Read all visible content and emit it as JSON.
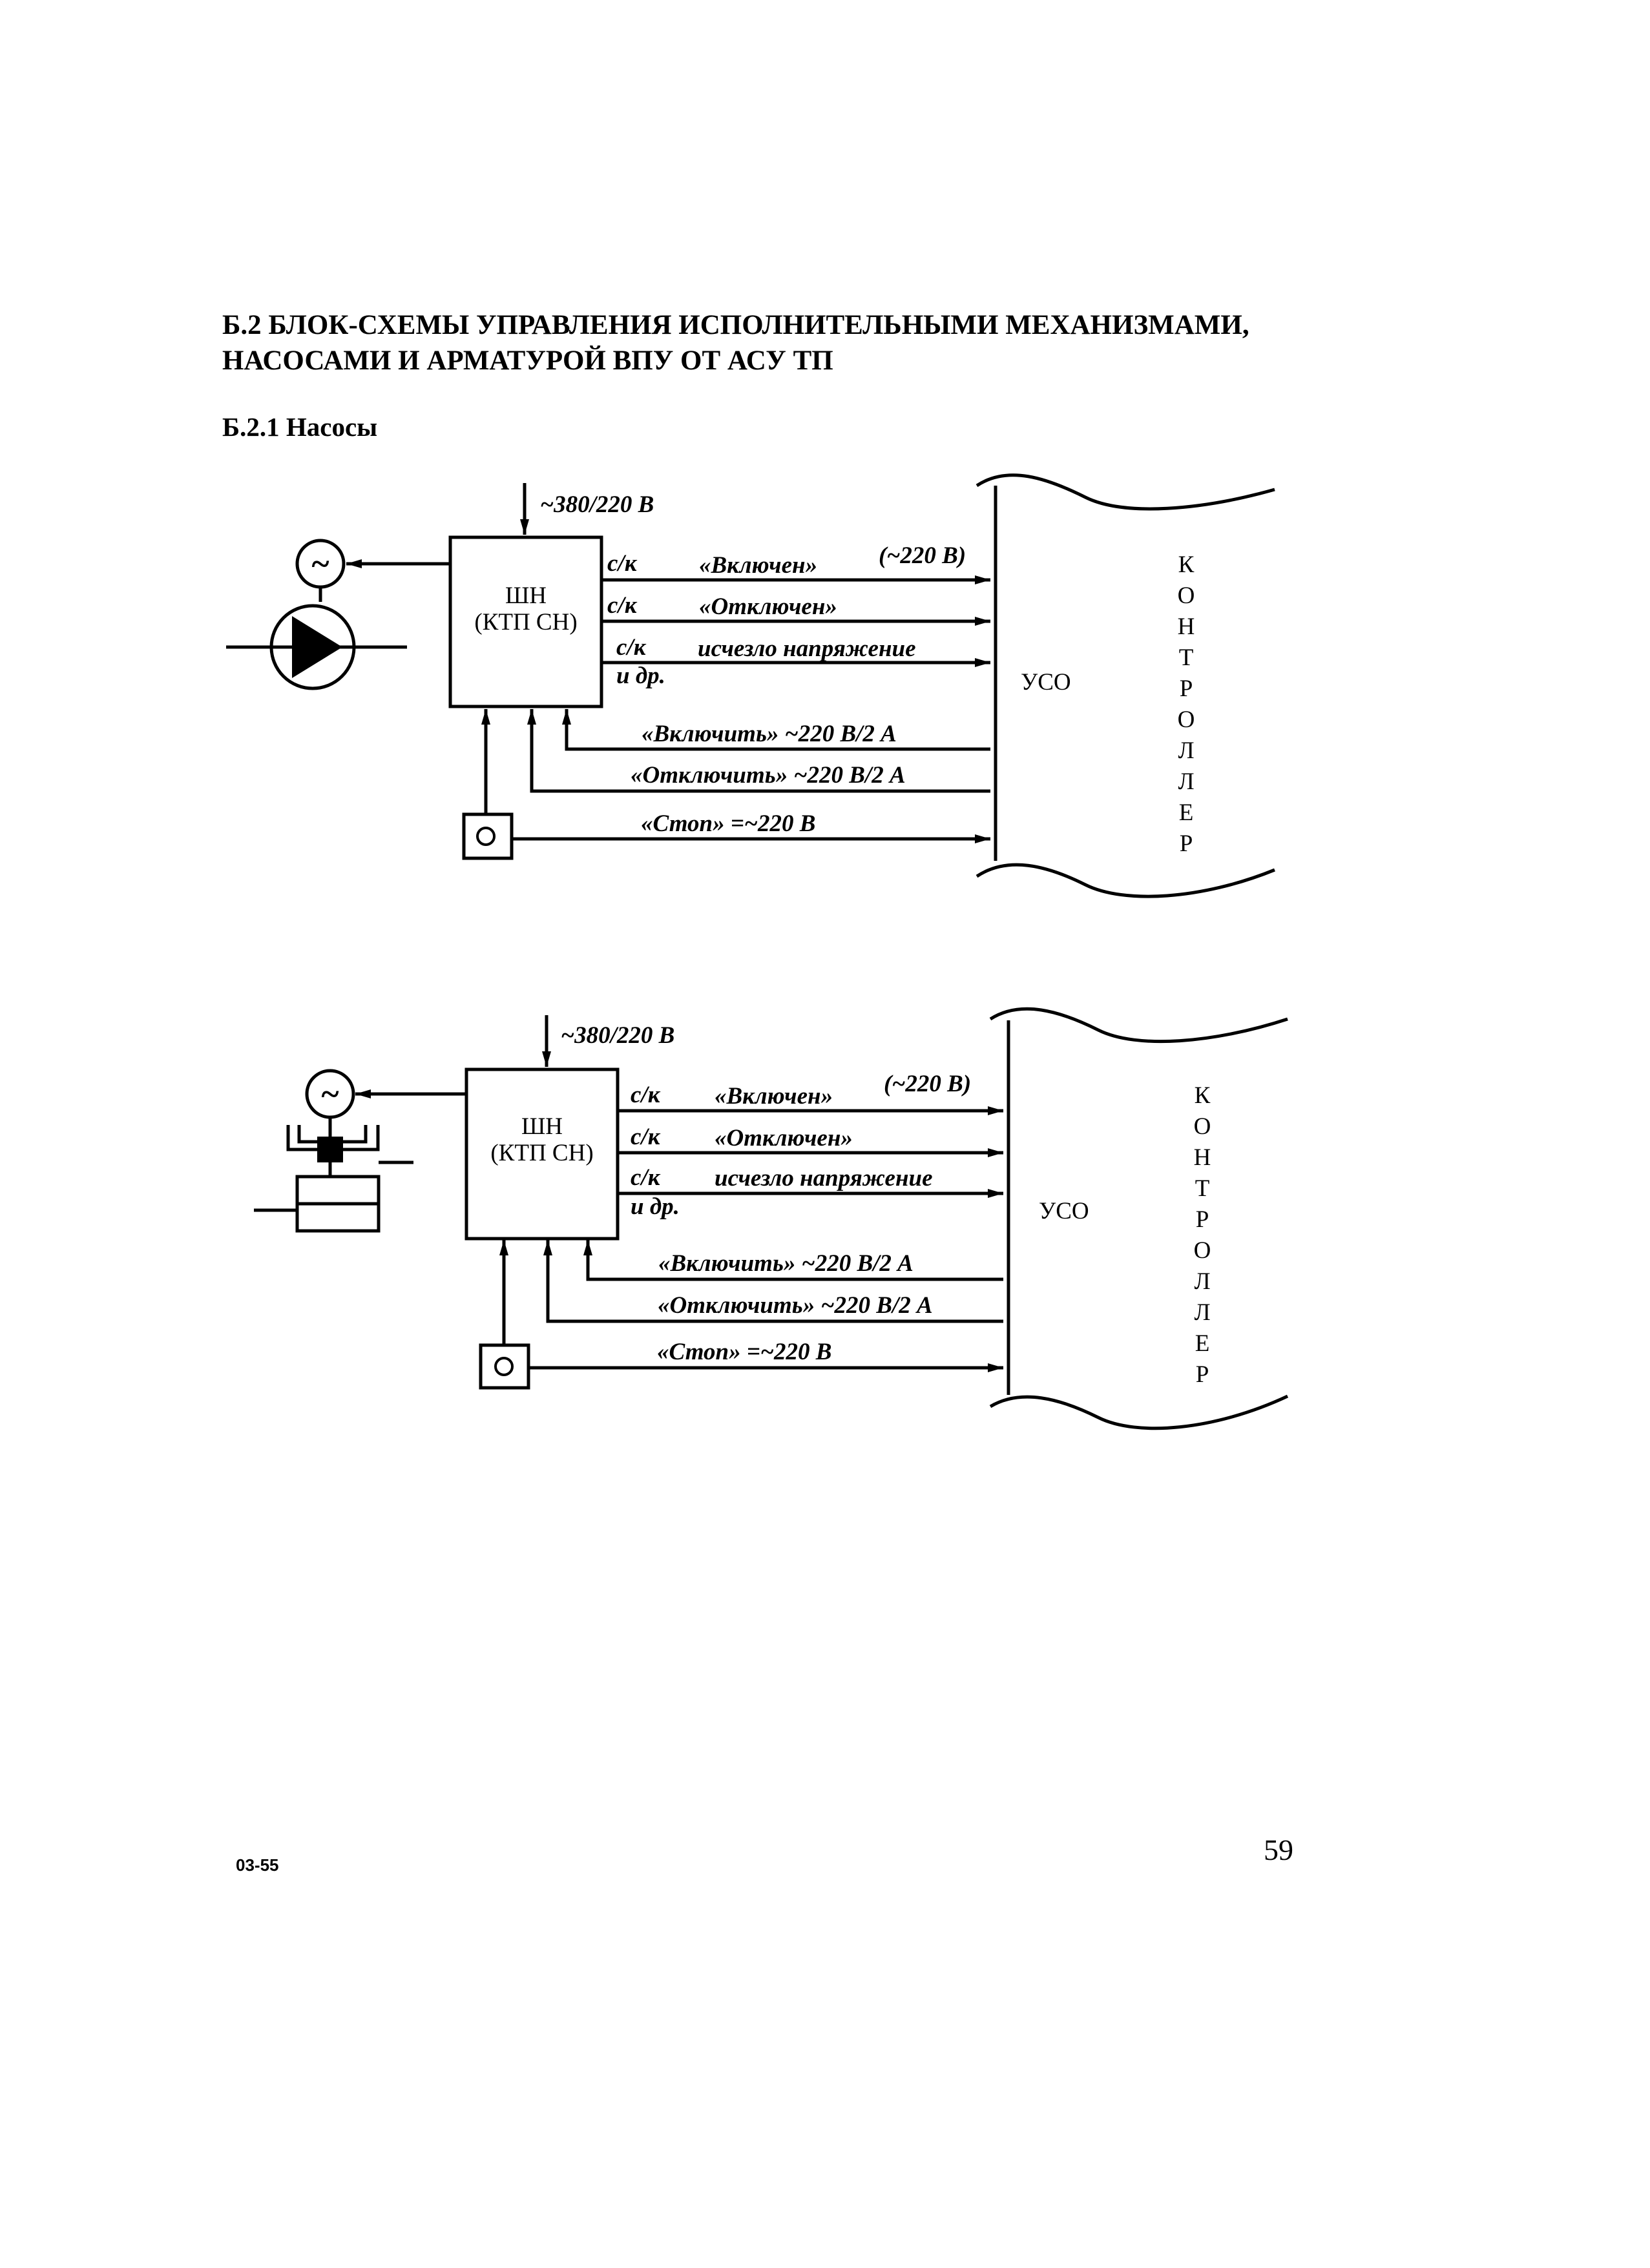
{
  "heading": {
    "line1": "Б.2 БЛОК-СХЕМЫ УПРАВЛЕНИЯ ИСПОЛНИТЕЛЬНЫМИ МЕХАНИЗМАМИ,",
    "line2": "НАСОСАМИ И АРМАТУРОЙ ВПУ ОТ АСУ ТП",
    "subsection": "Б.2.1 Насосы"
  },
  "diagrams": [
    {
      "id": "pump",
      "supply": "~380/220 В",
      "cabinet": {
        "line1": "ШН",
        "line2": "(КТП СН)"
      },
      "signal_voltage": "(~220 В)",
      "contacts": [
        {
          "prefix": "с/к",
          "label": "«Включен»"
        },
        {
          "prefix": "с/к",
          "label": "«Отключен»"
        },
        {
          "prefix": "с/к",
          "label": "исчезло напряжение",
          "extra": "и др."
        }
      ],
      "commands": [
        {
          "label": "«Включить» ~220 В/2 А"
        },
        {
          "label": "«Отключить» ~220 В/2 А"
        }
      ],
      "stop": "«Стоп» =~220 В",
      "uso": "УСО",
      "controller": [
        "К",
        "О",
        "Н",
        "Т",
        "Р",
        "О",
        "Л",
        "Л",
        "Е",
        "Р"
      ],
      "motor_symbol": "~",
      "motor_icon": "motor-icon",
      "device_icon": "pump-icon"
    },
    {
      "id": "valve",
      "supply": "~380/220 В",
      "cabinet": {
        "line1": "ШН",
        "line2": "(КТП СН)"
      },
      "signal_voltage": "(~220 В)",
      "contacts": [
        {
          "prefix": "с/к",
          "label": "«Включен»"
        },
        {
          "prefix": "с/к",
          "label": "«Отключен»"
        },
        {
          "prefix": "с/к",
          "label": "исчезло напряжение",
          "extra": "и др."
        }
      ],
      "commands": [
        {
          "label": "«Включить» ~220 В/2 А"
        },
        {
          "label": "«Отключить» ~220 В/2 А"
        }
      ],
      "stop": "«Стоп» =~220 В",
      "uso": "УСО",
      "controller": [
        "К",
        "О",
        "Н",
        "Т",
        "Р",
        "О",
        "Л",
        "Л",
        "Е",
        "Р"
      ],
      "motor_symbol": "~",
      "motor_icon": "motor-icon",
      "device_icon": "valve-actuator-icon"
    }
  ],
  "footer": {
    "code": "03-55",
    "page": "59"
  }
}
